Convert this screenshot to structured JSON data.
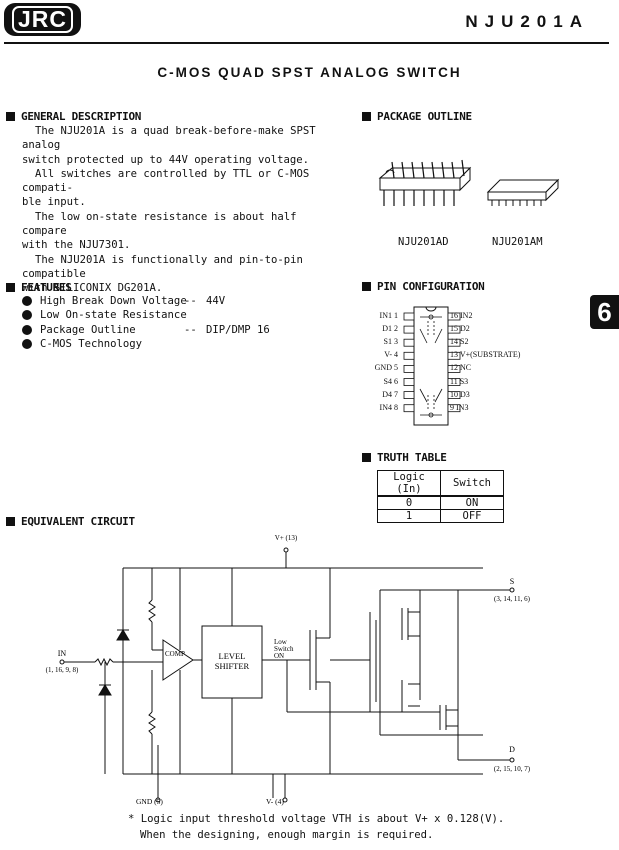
{
  "header": {
    "logo": "JRC",
    "part_number": "NJU201A"
  },
  "title": "C-MOS QUAD SPST ANALOG SWITCH",
  "general_description": {
    "heading": "GENERAL DESCRIPTION",
    "lines": [
      "The NJU201A is a quad break-before-make SPST analog",
      "switch protected up to 44V operating voltage.",
      "All switches are controlled by TTL or C-MOS compati-",
      "ble input.",
      "The low on-state resistance is about half compare",
      "with the NJU7301.",
      "The NJU201A is functionally and pin-to-pin compatible",
      "with SILICONIX DG201A."
    ]
  },
  "features": {
    "heading": "FEATURES",
    "items": [
      {
        "label": "High Break Down Voltage",
        "dash": "--",
        "value": "44V"
      },
      {
        "label": "Low On-state Resistance",
        "dash": "",
        "value": ""
      },
      {
        "label": "Package Outline",
        "dash": "--",
        "value": "DIP/DMP 16"
      },
      {
        "label": "C-MOS Technology",
        "dash": "",
        "value": ""
      }
    ]
  },
  "package_outline": {
    "heading": "PACKAGE OUTLINE",
    "labels": [
      "NJU201AD",
      "NJU201AM"
    ]
  },
  "pin_configuration": {
    "heading": "PIN CONFIGURATION",
    "left": [
      {
        "name": "IN1",
        "num": "1"
      },
      {
        "name": "D1",
        "num": "2"
      },
      {
        "name": "S1",
        "num": "3"
      },
      {
        "name": "V-",
        "num": "4"
      },
      {
        "name": "GND",
        "num": "5"
      },
      {
        "name": "S4",
        "num": "6"
      },
      {
        "name": "D4",
        "num": "7"
      },
      {
        "name": "IN4",
        "num": "8"
      }
    ],
    "right": [
      {
        "name": "IN2",
        "num": "16"
      },
      {
        "name": "D2",
        "num": "15"
      },
      {
        "name": "S2",
        "num": "14"
      },
      {
        "name": "V+(SUBSTRATE)",
        "num": "13"
      },
      {
        "name": "NC",
        "num": "12"
      },
      {
        "name": "S3",
        "num": "11"
      },
      {
        "name": "D3",
        "num": "10"
      },
      {
        "name": "IN3",
        "num": "9"
      }
    ]
  },
  "truth_table": {
    "heading": "TRUTH TABLE",
    "columns": [
      "Logic (In)",
      "Switch"
    ],
    "rows": [
      [
        "0",
        "ON"
      ],
      [
        "1",
        "OFF"
      ]
    ]
  },
  "equivalent_circuit": {
    "heading": "EQUIVALENT CIRCUIT",
    "vplus": "V+ (13)",
    "in_label": "IN",
    "in_pins": "(1, 16, 9, 8)",
    "comp": "COMP",
    "level_shifter_1": "LEVEL",
    "level_shifter_2": "SHIFTER",
    "low_switch_1": "Low",
    "low_switch_2": "Switch",
    "low_switch_3": "ON",
    "s_label": "S",
    "s_pins": "(3, 14, 11, 6)",
    "d_label": "D",
    "d_pins": "(2, 15, 10, 7)",
    "gnd": "GND (5)",
    "vminus": "V- (4)"
  },
  "note": {
    "line1": "* Logic input threshold voltage VTH is about V+ x 0.128(V).",
    "line2": "When the designing, enough margin is required."
  },
  "section_tab": "6"
}
